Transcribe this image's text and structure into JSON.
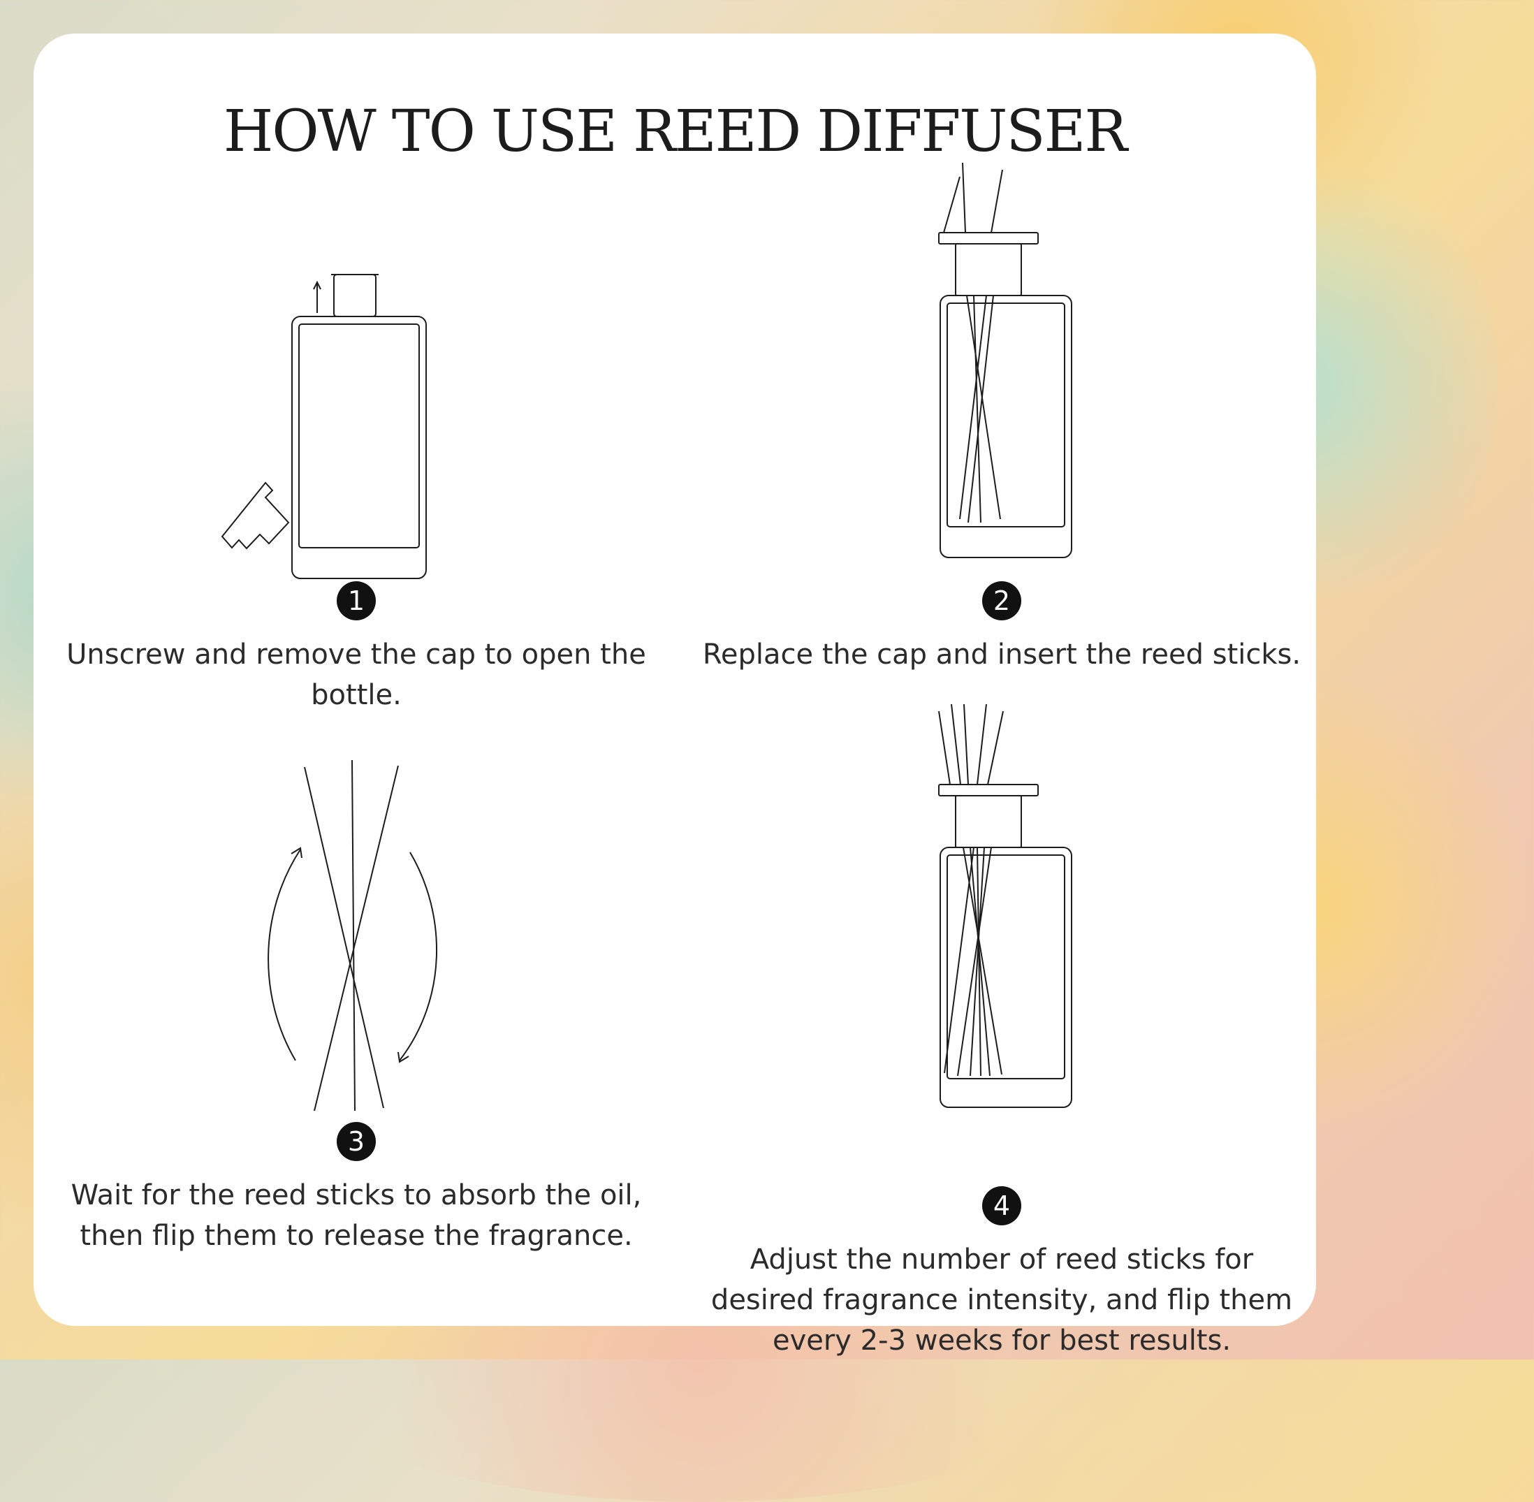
{
  "title": "HOW TO USE REED DIFFUSER",
  "colors": {
    "ink": "#1c1c1c",
    "badge": "#111111",
    "card": "#ffffff"
  },
  "steps": [
    {
      "number": "1",
      "text": "Unscrew and remove the cap to open the bottle.",
      "illustration": "bottle-cap-removed-icon"
    },
    {
      "number": "2",
      "text": "Replace the cap and insert the reed sticks.",
      "illustration": "bottle-with-reeds-icon"
    },
    {
      "number": "3",
      "text": "Wait for the reed sticks to absorb the oil, then flip them to release the fragrance.",
      "illustration": "flip-reeds-icon"
    },
    {
      "number": "4",
      "text": "Adjust the number of reed sticks for desired fragrance intensity, and flip them every 2-3 weeks for best results.",
      "illustration": "bottle-with-many-reeds-icon"
    }
  ]
}
